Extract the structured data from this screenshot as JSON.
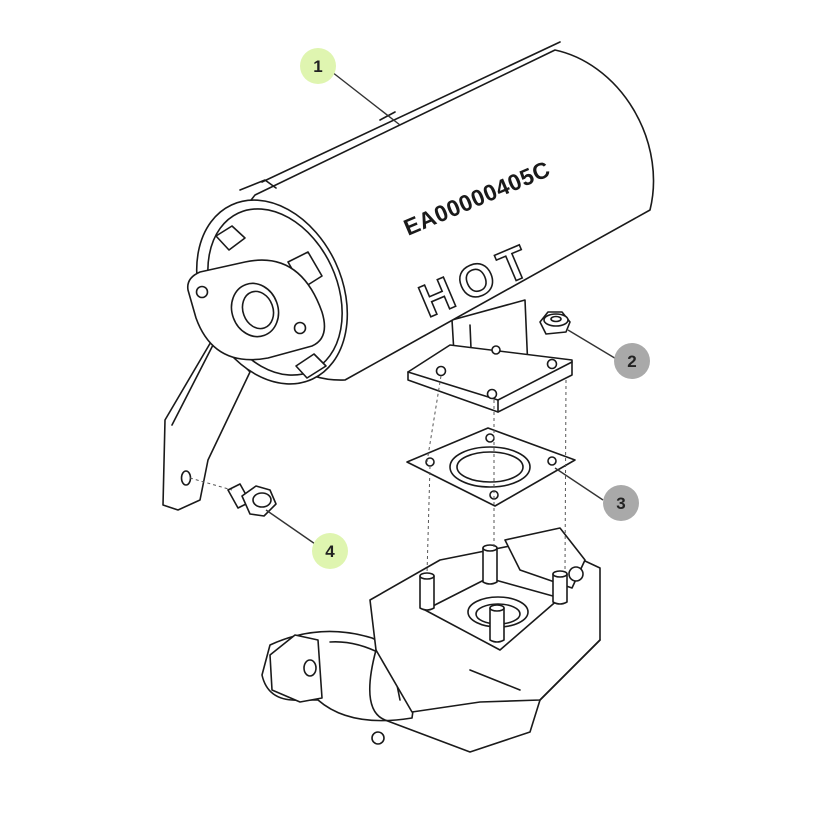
{
  "diagram": {
    "part_code_label": "EA00000405C",
    "warning_label": "HOT",
    "colors": {
      "badge_active": "#dff5b0",
      "badge_inactive": "#a9a9a9",
      "line": "#1a1a1a"
    },
    "callouts": [
      {
        "number": "1",
        "state": "active"
      },
      {
        "number": "2",
        "state": "inactive"
      },
      {
        "number": "3",
        "state": "inactive"
      },
      {
        "number": "4",
        "state": "active"
      }
    ]
  }
}
